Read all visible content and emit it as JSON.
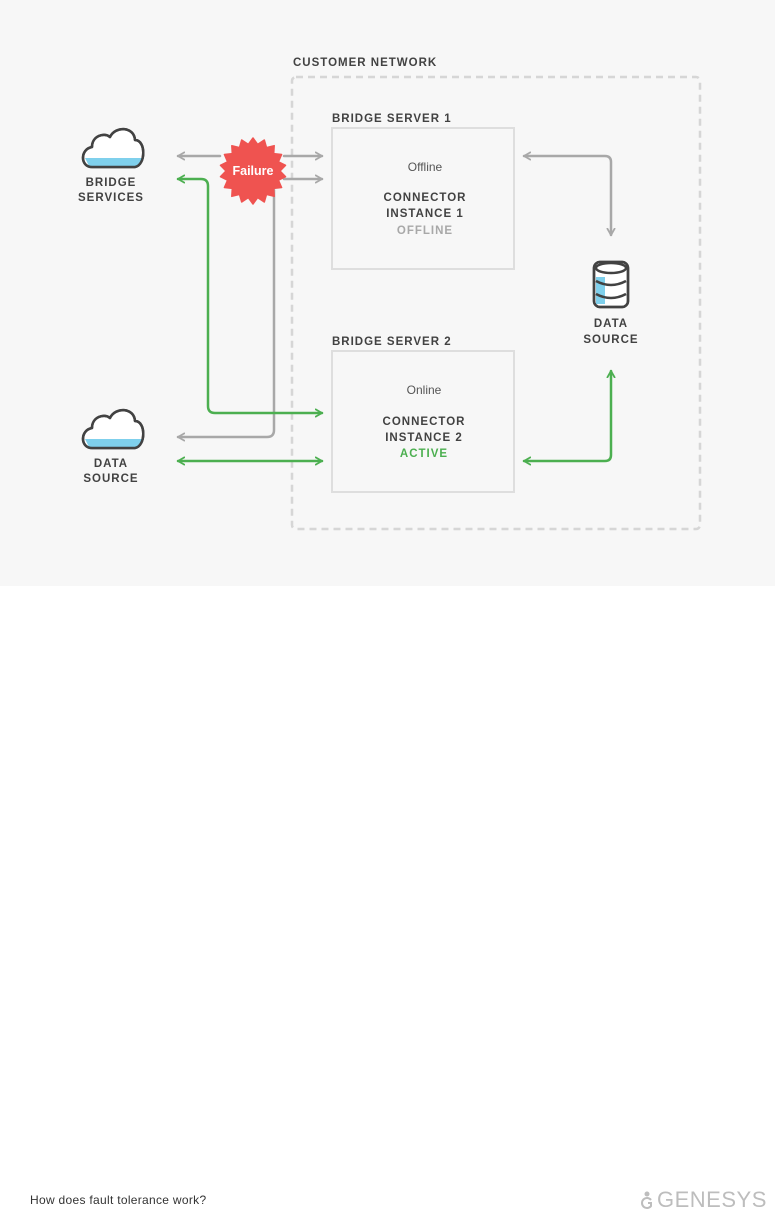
{
  "diagram": {
    "network_label": "CUSTOMER NETWORK",
    "failure_label": "Failure",
    "bridge_services": {
      "line1": "BRIDGE",
      "line2": "SERVICES"
    },
    "data_source_left": {
      "line1": "DATA",
      "line2": "SOURCE"
    },
    "data_source_right": {
      "line1": "DATA",
      "line2": "SOURCE"
    },
    "server1": {
      "title": "BRIDGE SERVER 1",
      "status": "Offline",
      "instance_line1": "CONNECTOR",
      "instance_line2": "INSTANCE 1",
      "state": "OFFLINE"
    },
    "server2": {
      "title": "BRIDGE SERVER 2",
      "status": "Online",
      "instance_line1": "CONNECTOR",
      "instance_line2": "INSTANCE 2",
      "state": "ACTIVE"
    },
    "colors": {
      "gray_arrow": "#a8a8a8",
      "green_arrow": "#4caf50",
      "failure": "#ef5350",
      "cloud_fill": "#7fd0ec",
      "text_dark": "#424242",
      "dashed_border": "#d6d6d6"
    }
  },
  "footer": {
    "caption": "How does fault tolerance work?",
    "brand": "GENESYS"
  }
}
